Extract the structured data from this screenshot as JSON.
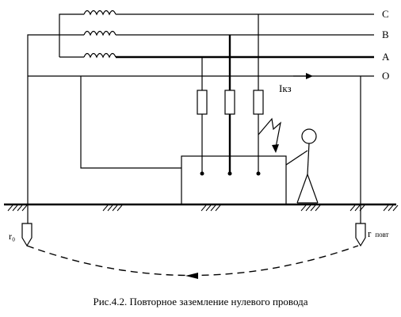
{
  "labels": {
    "phase_c": "C",
    "phase_b": "B",
    "phase_a": "A",
    "neutral": "O",
    "fault_current": "Iкз",
    "ground_resistance_main": "r₀",
    "ground_resistance_repeat_r": "r",
    "ground_resistance_repeat_sub": "повт"
  },
  "caption": "Рис.4.2. Повторное заземление нулевого провода",
  "colors": {
    "line": "#000000",
    "background": "#ffffff"
  }
}
